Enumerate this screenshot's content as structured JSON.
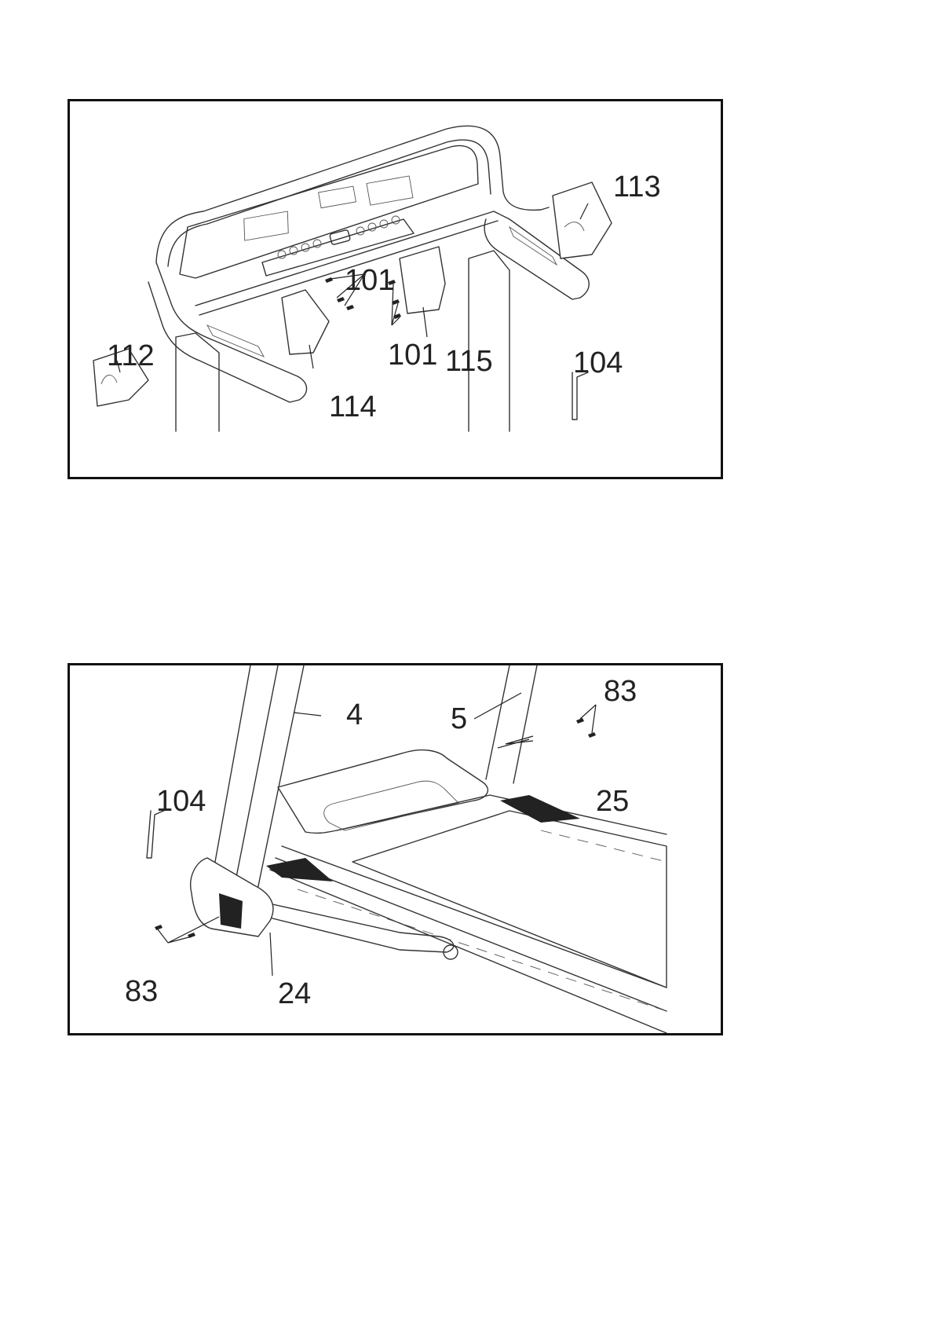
{
  "figure_1": {
    "labels": {
      "screws_left": "101",
      "screws_right": "101",
      "cover_112": "112",
      "cover_113": "113",
      "cover_114": "114",
      "cover_115": "115",
      "allen_key": "104"
    }
  },
  "figure_2": {
    "labels": {
      "upright_left": "4",
      "upright_right": "5",
      "screws_top": "83",
      "screws_bottom": "83",
      "end_cap_right": "25",
      "end_cap_left": "24",
      "allen_key": "104"
    }
  }
}
